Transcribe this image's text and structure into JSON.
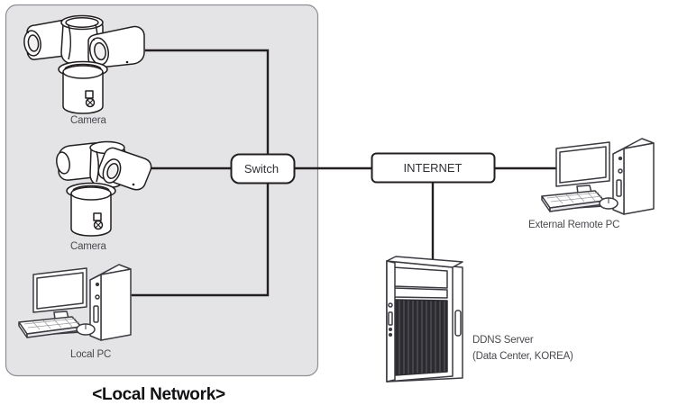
{
  "diagram": {
    "title": "<Local Network>",
    "background_color": "#ffffff",
    "local_network_fill": "#e4e4e6",
    "line_color": "#231f20",
    "label_color": "#4a4a4f"
  },
  "nodes": {
    "camera_1": {
      "label": "Camera",
      "type": "ptz-camera"
    },
    "camera_2": {
      "label": "Camera",
      "type": "ptz-camera"
    },
    "local_pc": {
      "label": "Local PC",
      "type": "desktop-pc"
    },
    "switch": {
      "label": "Switch",
      "type": "network-box"
    },
    "internet": {
      "label": "INTERNET",
      "type": "network-box"
    },
    "external_remote_pc": {
      "label": "External Remote PC",
      "type": "desktop-pc"
    },
    "ddns_server": {
      "label_line_1": "DDNS Server",
      "label_line_2": "(Data Center, KOREA)",
      "type": "tower-server"
    }
  },
  "connections": [
    {
      "from": "camera_1",
      "to": "switch"
    },
    {
      "from": "camera_2",
      "to": "switch"
    },
    {
      "from": "local_pc",
      "to": "switch"
    },
    {
      "from": "switch",
      "to": "internet"
    },
    {
      "from": "internet",
      "to": "external_remote_pc"
    },
    {
      "from": "internet",
      "to": "ddns_server"
    }
  ]
}
